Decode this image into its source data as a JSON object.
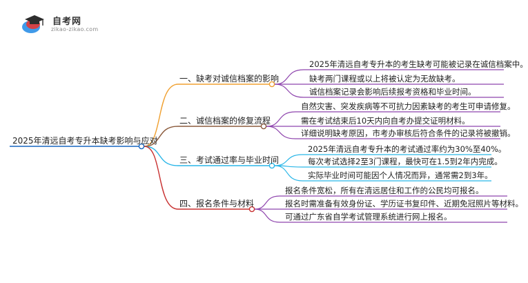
{
  "brand": {
    "name": "自考网",
    "site": "zikao-zikao.com"
  },
  "colors": {
    "root": "#1565c0",
    "branch1": "#f0a030",
    "branch2": "#8b5a3c",
    "branch3": "#29b6e8",
    "branch4": "#c83030",
    "leaf1": "#8e44ad",
    "leaf2": "#8e44ad",
    "leaf3": "#29b6e8",
    "leaf4": "#8e44ad"
  },
  "mindmap": {
    "root": "2025年清远自考专升本缺考影响与应对",
    "branches": [
      {
        "label": "一、缺考对诚信档案的影响",
        "leaves": [
          "2025年清远自考专升本的考生缺考可能被记录在诚信档案中。",
          "缺考两门课程或以上将被认定为无故缺考。",
          "诚信档案记录会影响后续报考资格和毕业时间。"
        ]
      },
      {
        "label": "二、诚信档案的修复流程",
        "leaves": [
          "自然灾害、突发疾病等不可抗力因素缺考的考生可申请修复。",
          "需在考试结束后10天内向自考办提交证明材料。",
          "详细说明缺考原因，市考办审核后符合条件的记录将被撤销。"
        ]
      },
      {
        "label": "三、考试通过率与毕业时间",
        "leaves": [
          "2025年清远自考专升本的考试通过率约为30%至40%。",
          "每次考试选择2至3门课程，最快可在1.5到2年内完成。",
          "实际毕业时间可能因个人情况而异，通常需2到3年。"
        ]
      },
      {
        "label": "四、报名条件与材料",
        "leaves": [
          "报名条件宽松，所有在清远居住和工作的公民均可报名。",
          "报名时需准备有效身份证、学历证书复印件、近期免冠照片等材料。",
          "可通过广东省自学考试管理系统进行网上报名。"
        ]
      }
    ]
  }
}
